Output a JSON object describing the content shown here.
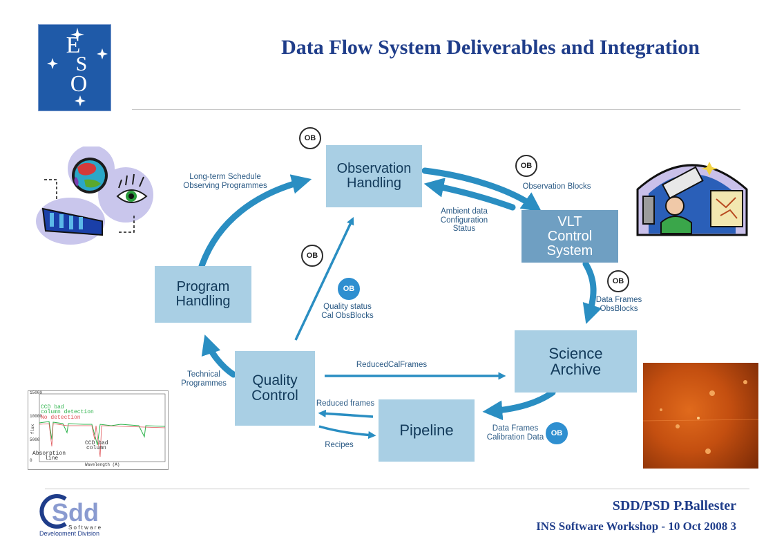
{
  "slide": {
    "title": "Data Flow System Deliverables and Integration",
    "footer_author": "SDD/PSD P.Ballester",
    "footer_event": "INS Software Workshop -  10 Oct 2008  3"
  },
  "logos": {
    "eso": {
      "letters": [
        "E",
        "S",
        "O"
      ]
    },
    "sdd": {
      "letters": "Sdd",
      "line1": "S o f t w a r e",
      "line2": "Development Division"
    }
  },
  "diagram": {
    "nodes": {
      "observation_handling": [
        "Observation",
        "Handling"
      ],
      "vlt_control": [
        "VLT",
        "Control",
        "System"
      ],
      "program_handling": [
        "Program",
        "Handling"
      ],
      "science_archive": [
        "Science",
        "Archive"
      ],
      "quality_control": [
        "Quality",
        "Control"
      ],
      "pipeline": [
        "Pipeline"
      ]
    },
    "badge": "OB",
    "labels": {
      "long_term": [
        "Long-term Schedule",
        "Observing Programmes"
      ],
      "observation_blocks": [
        "Observation Blocks"
      ],
      "ambient": [
        "Ambient data",
        "Configuration",
        "Status"
      ],
      "quality_status": [
        "Quality status",
        "Cal ObsBlocks"
      ],
      "data_frames_obs": [
        "Data Frames",
        "ObsBlocks"
      ],
      "technical": [
        "Technical",
        "Programmes"
      ],
      "reduced_cal": [
        "ReducedCalFrames"
      ],
      "reduced_frames": [
        "Reduced frames"
      ],
      "recipes": [
        "Recipes"
      ],
      "data_frames_cal": [
        "Data Frames",
        "Calibration Data"
      ]
    }
  },
  "spectrum_plot": {
    "legend": [
      "CCD bad",
      "column detection",
      "No detection"
    ],
    "annotations": [
      "CCD bad",
      "column",
      "Absorption",
      "line"
    ],
    "y_ticks": [
      "15000",
      "10000",
      "5000",
      "0"
    ],
    "y_label": "flux",
    "x_label": "Wavelength (A)"
  },
  "colors": {
    "title": "#1f3d8a",
    "box": "#a9cfe4",
    "box_dark": "#6f9fc2",
    "arrow": "#2a8ec2",
    "label": "#2b5a85"
  }
}
